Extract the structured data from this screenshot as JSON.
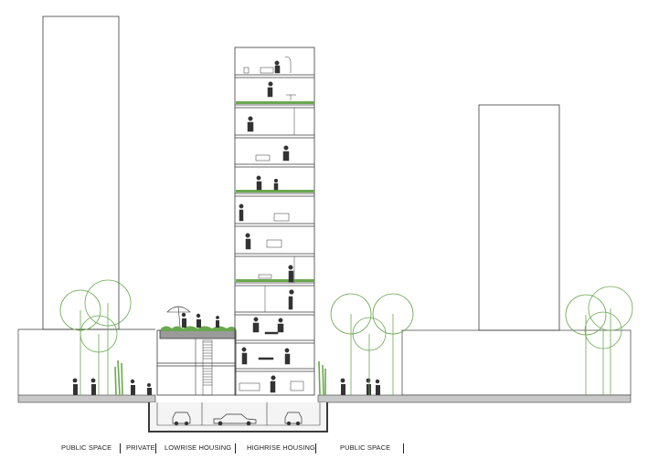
{
  "zones": [
    {
      "label": "PUBLIC SPACE"
    },
    {
      "label": "PRIVATE"
    },
    {
      "label": "LOWRISE HOUSING"
    },
    {
      "label": "HIGHRISE HOUSING"
    },
    {
      "label": "PUBLIC SPACE"
    }
  ],
  "colors": {
    "line": "#3a3a3a",
    "ground": "#c8c8c8",
    "vegetation": "#6aa84f",
    "figure": "#333333",
    "underground": "#f4f4f4"
  }
}
